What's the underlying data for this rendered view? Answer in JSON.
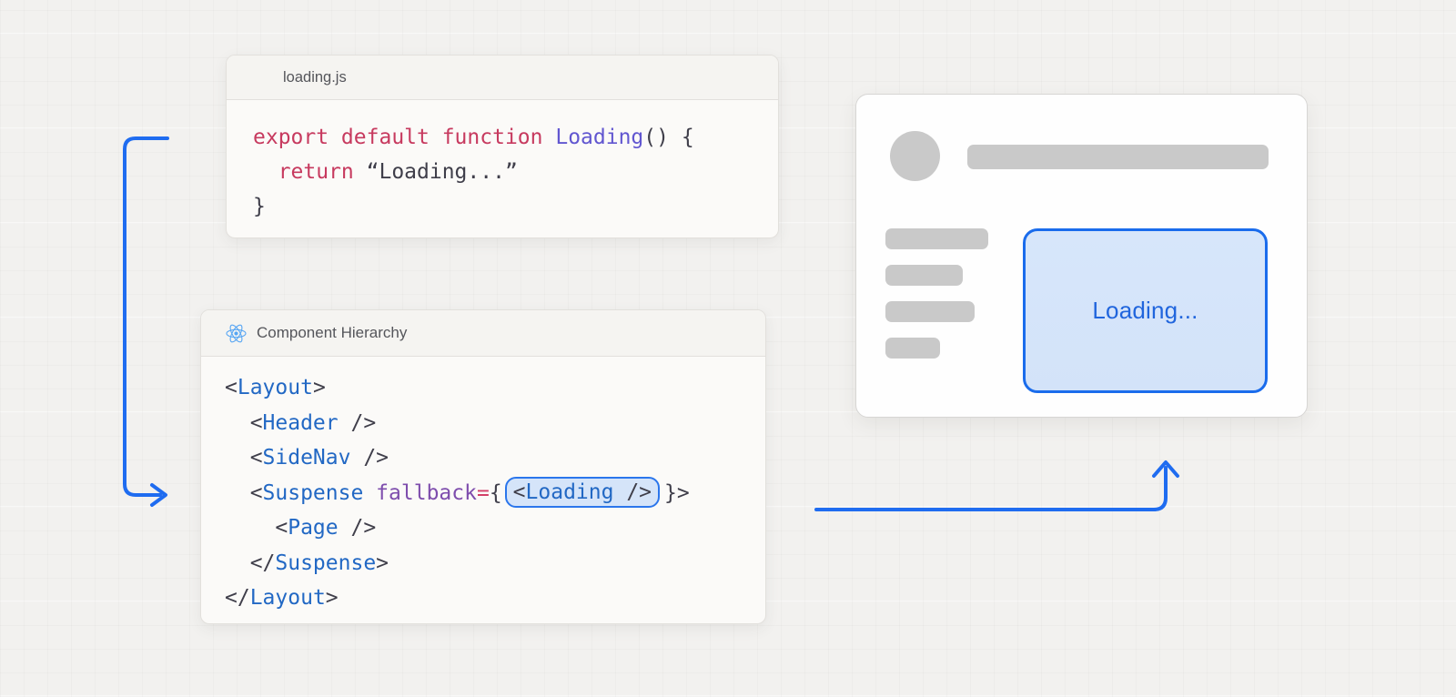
{
  "colors": {
    "accent_blue": "#1f6cf0",
    "code_keyword": "#c73a5f",
    "code_function": "#6156d0",
    "code_punct": "#3f3e4a",
    "code_tag": "#2268c4",
    "code_attr": "#7e4dad",
    "code_operator": "#d23f67",
    "chip_bg": "#d5e4f9",
    "chip_border": "#2b76ec",
    "placeholder_gray": "#c9c9c9",
    "loading_box_bg": "#d3e3f9",
    "loading_box_border": "#1a6cec",
    "loading_text": "#2065dd"
  },
  "loading_card": {
    "title": "loading.js",
    "line1_keyword": "export default function ",
    "line1_function": "Loading",
    "line1_punct": "() {",
    "line2_keyword": "return ",
    "line2_string": "“Loading...”",
    "line3_punct": "}"
  },
  "hierarchy_card": {
    "title": "Component Hierarchy",
    "icon": "react-logo-icon",
    "l1_open": "<",
    "l1_tag": "Layout",
    "l1_close": ">",
    "l2_open": "<",
    "l2_tag": "Header",
    "l2_close": " />",
    "l3_open": "<",
    "l3_tag": "SideNav",
    "l3_close": " />",
    "l4_open": "<",
    "l4_tag": "Suspense",
    "l4_attr": " fallback",
    "l4_eq": "=",
    "l4_brace": "{",
    "l4_chip_open": "<",
    "l4_chip_tag": "Loading",
    "l4_chip_close": " />",
    "l4_end": "}>",
    "l5_open": "<",
    "l5_tag": "Page",
    "l5_close": " />",
    "l6_open": "</",
    "l6_tag": "Suspense",
    "l6_close": ">",
    "l7_open": "</",
    "l7_tag": "Layout",
    "l7_close": ">"
  },
  "preview": {
    "loading_label": "Loading..."
  }
}
